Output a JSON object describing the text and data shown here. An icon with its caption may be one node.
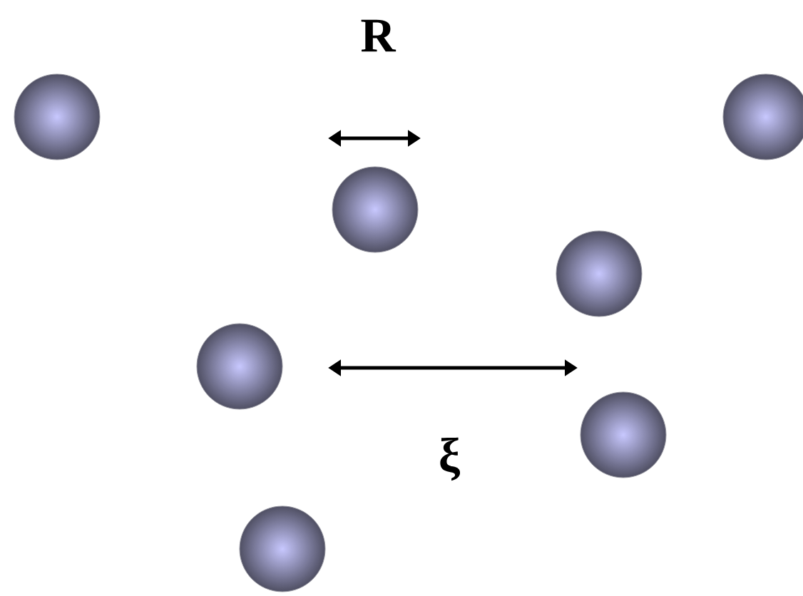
{
  "diagram": {
    "nodes": [
      {
        "text": [],
        "shape": "circle"
      },
      {
        "text": [],
        "shape": "circle"
      },
      {
        "text": [],
        "shape": "circle"
      },
      {
        "text": [],
        "shape": "circle"
      },
      {
        "text": [],
        "shape": "circle"
      },
      {
        "text": [],
        "shape": "circle"
      },
      {
        "text": [],
        "shape": "circle"
      }
    ],
    "labels": [
      "R",
      "ξ"
    ]
  }
}
